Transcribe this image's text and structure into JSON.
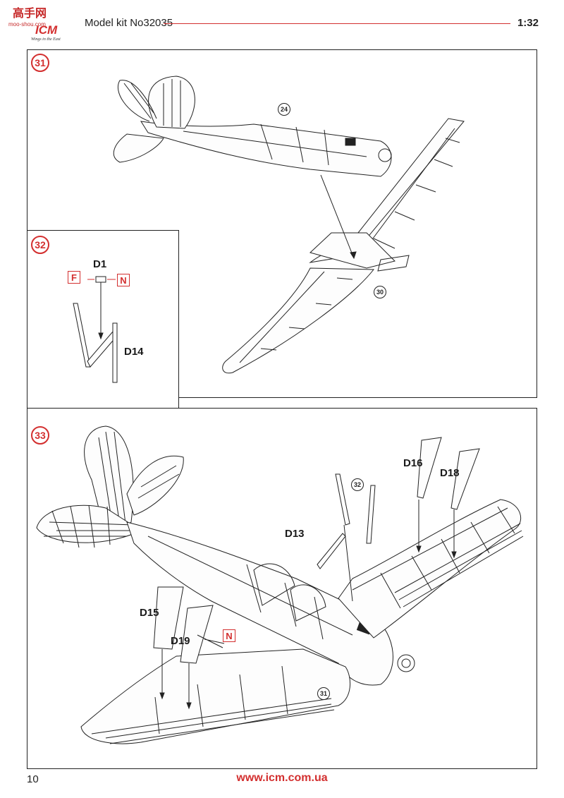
{
  "header": {
    "logo": "ICM",
    "logo_tagline": "Wings in the East",
    "watermark_site": "moo-shou.com",
    "watermark_chars": "高手网",
    "title": "Model kit No32035",
    "scale": "1:32"
  },
  "steps": [
    {
      "number": "31",
      "refs": [
        "24",
        "30"
      ]
    },
    {
      "number": "32",
      "parts": [
        "D1",
        "D14"
      ],
      "flags": [
        "F",
        "N"
      ]
    },
    {
      "number": "33",
      "parts": [
        "D16",
        "D18",
        "D13",
        "D15",
        "D19"
      ],
      "refs": [
        "32",
        "31"
      ],
      "flags": [
        "N"
      ]
    }
  ],
  "footer": {
    "page_number": "10",
    "url": "www.icm.com.ua"
  },
  "colors": {
    "accent": "#d32f2f",
    "line": "#222222"
  }
}
